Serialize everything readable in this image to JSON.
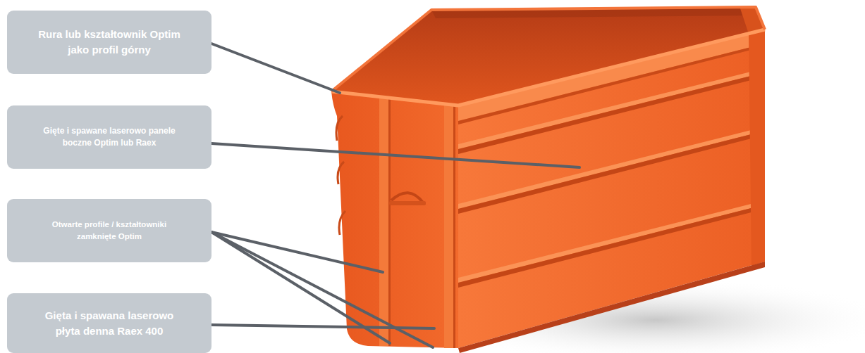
{
  "diagram": {
    "nodes": [
      {
        "text": [
          "Rura lub kształtownik Optim jako profil górny"
        ]
      },
      {
        "text": [
          "Gięte i spawane laserowo panele boczne Optim lub Raex"
        ]
      },
      {
        "text": [
          "Otwarte profile / kształtowniki zamknięte Optim"
        ]
      },
      {
        "text": [
          "Gięta i spawana laserowo płyta denna Raex 400"
        ]
      }
    ]
  }
}
